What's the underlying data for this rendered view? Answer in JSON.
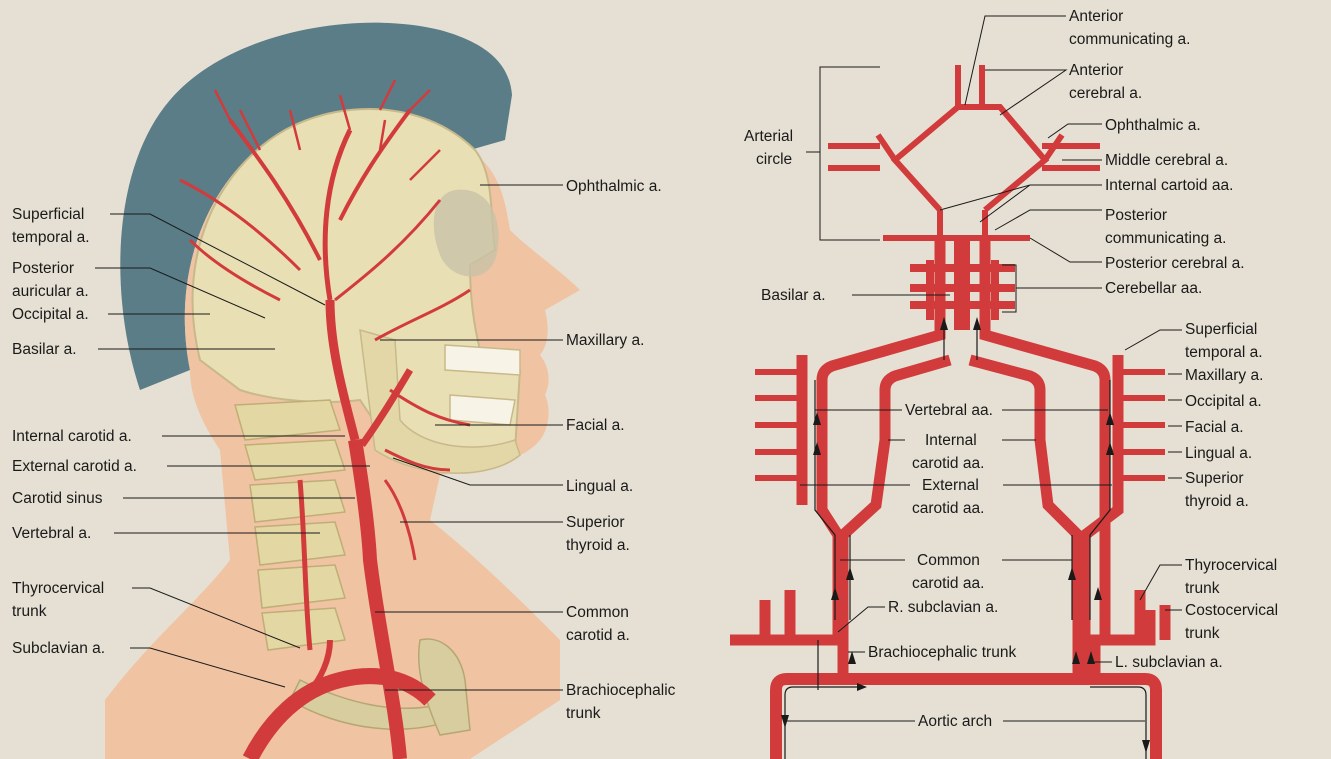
{
  "colors": {
    "background": "#e5e0d3",
    "artery": "#d23b3b",
    "hair": "#5a7d87",
    "skin": "#f0c3a2",
    "bone": "#e9dfb4"
  },
  "left_labels": {
    "ophthalmic": "Ophthalmic a.",
    "superficial_temporal_1": "Superficial",
    "superficial_temporal_2": "temporal a.",
    "posterior_auricular_1": "Posterior",
    "posterior_auricular_2": "auricular a.",
    "occipital": "Occipital a.",
    "basilar": "Basilar a.",
    "maxillary": "Maxillary a.",
    "facial": "Facial a.",
    "internal_carotid": "Internal carotid a.",
    "external_carotid": "External carotid a.",
    "carotid_sinus": "Carotid sinus",
    "vertebral": "Vertebral a.",
    "lingual": "Lingual a.",
    "superior_thyroid_1": "Superior",
    "superior_thyroid_2": "thyroid a.",
    "thyrocervical_1": "Thyrocervical",
    "thyrocervical_2": "trunk",
    "common_carotid_1": "Common",
    "common_carotid_2": "carotid  a.",
    "subclavian": "Subclavian a.",
    "brachiocephalic_1": "Brachiocephalic",
    "brachiocephalic_2": "trunk"
  },
  "right_labels": {
    "anterior_communicating_1": "Anterior",
    "anterior_communicating_2": "communicating a.",
    "anterior_cerebral_1": "Anterior",
    "anterior_cerebral_2": "cerebral a.",
    "arterial_circle_1": "Arterial",
    "arterial_circle_2": "circle",
    "ophthalmic": "Ophthalmic a.",
    "middle_cerebral": "Middle cerebral a.",
    "internal_carotid": "Internal cartoid aa.",
    "posterior_communicating_1": "Posterior",
    "posterior_communicating_2": "communicating a.",
    "posterior_cerebral": "Posterior cerebral a.",
    "basilar": "Basilar a.",
    "cerebellar": "Cerebellar aa.",
    "superficial_temporal_1": "Superficial",
    "superficial_temporal_2": "temporal a.",
    "maxillary": "Maxillary a.",
    "vertebral": "Vertebral aa.",
    "occipital": "Occipital a.",
    "internal_carotid_aa_1": "Internal",
    "internal_carotid_aa_2": "carotid aa.",
    "facial": "Facial a.",
    "lingual": "Lingual a.",
    "superior_thyroid_1": "Superior",
    "superior_thyroid_2": "thyroid a.",
    "external_carotid_1": "External",
    "external_carotid_2": "carotid aa.",
    "common_carotid_1": "Common",
    "common_carotid_2": "carotid aa.",
    "thyrocervical_1": "Thyrocervical",
    "thyrocervical_2": "trunk",
    "r_subclavian": "R. subclavian a.",
    "costocervical_1": "Costocervical",
    "costocervical_2": "trunk",
    "brachiocephalic": "Brachiocephalic trunk",
    "l_subclavian": "L. subclavian a.",
    "aortic_arch": "Aortic arch"
  }
}
